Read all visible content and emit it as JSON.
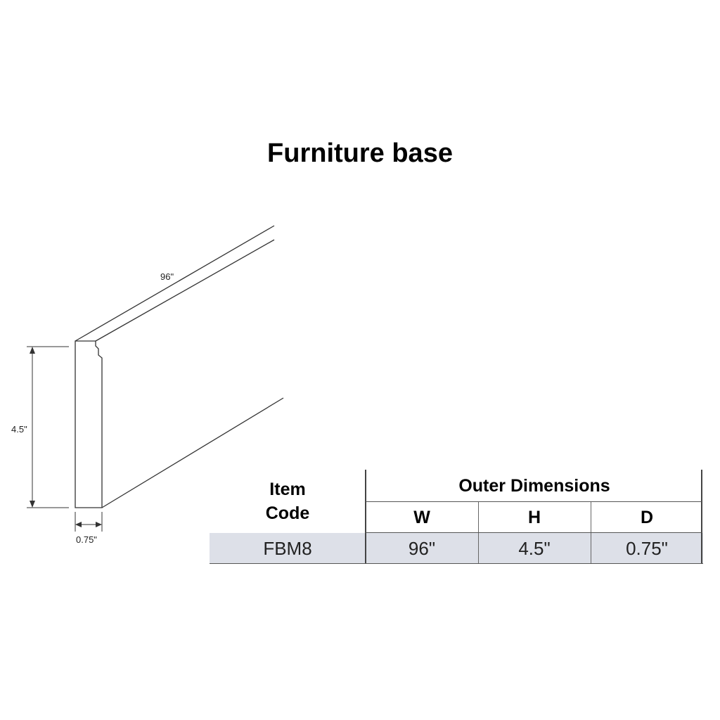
{
  "title": "Furniture base",
  "diagram": {
    "length_label": "96\"",
    "height_label": "4.5\"",
    "depth_label": "0.75\""
  },
  "table": {
    "item_code_header": "Item\nCode",
    "outer_dimensions_header": "Outer Dimensions",
    "columns": [
      "W",
      "H",
      "D"
    ],
    "rows": [
      {
        "code": "FBM8",
        "w": "96\"",
        "h": "4.5\"",
        "d": "0.75\""
      }
    ],
    "row_background": "#dde0e8"
  }
}
